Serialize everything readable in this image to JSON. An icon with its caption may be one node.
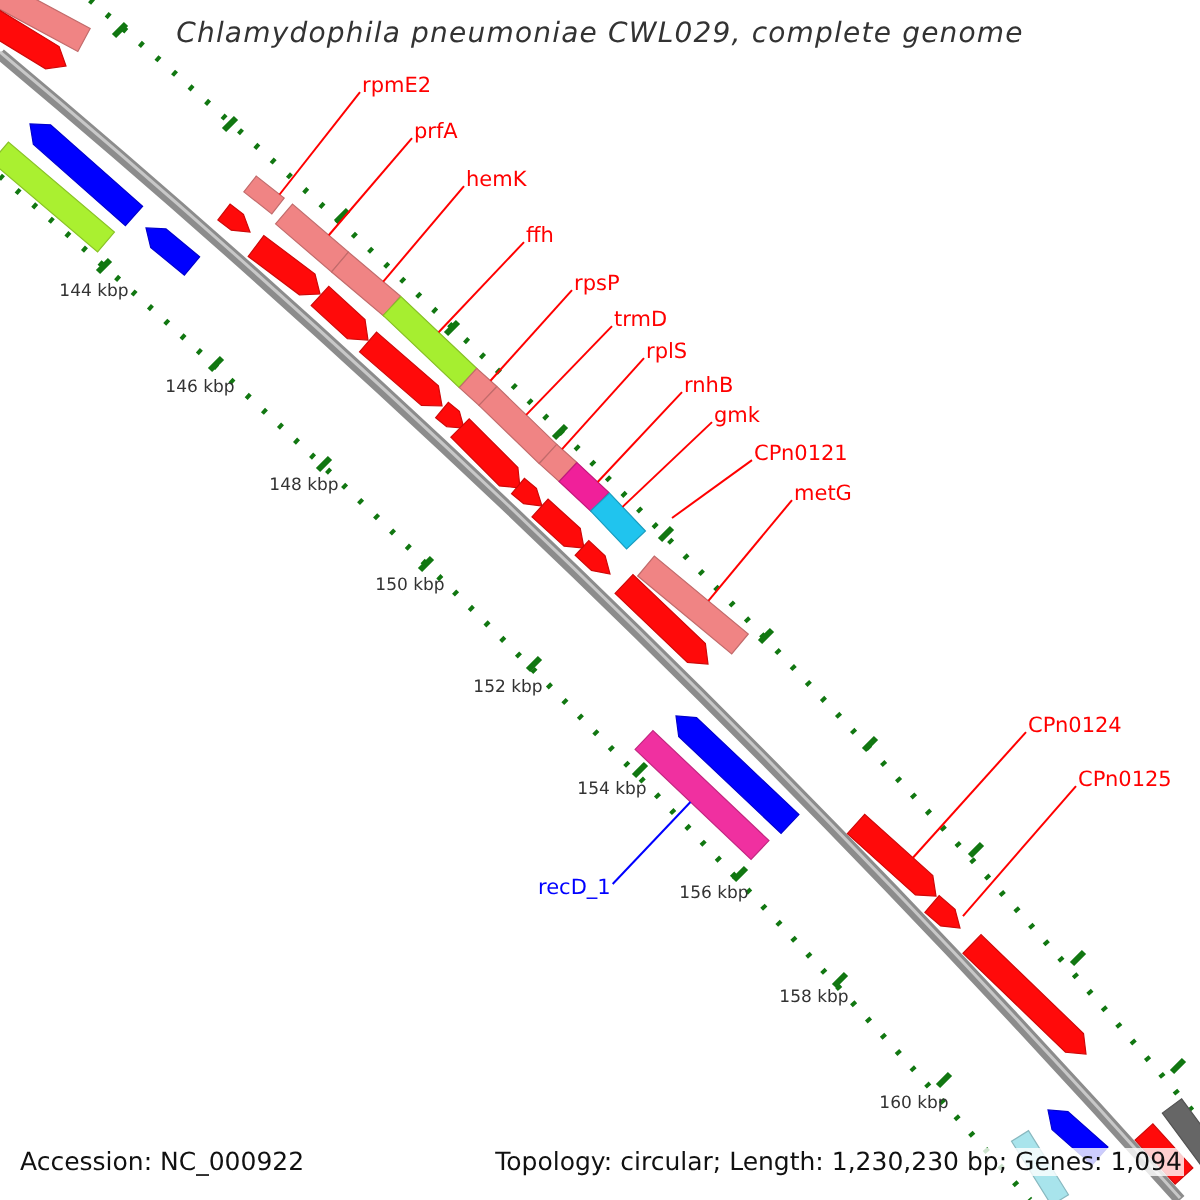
{
  "diagram": {
    "title": "Chlamydophila pneumoniae CWL029, complete genome",
    "nodes": [
      {
        "text": [
          "rpmE2"
        ]
      },
      {
        "text": [
          "prfA"
        ]
      },
      {
        "text": [
          "hemK"
        ]
      },
      {
        "text": [
          "ffh"
        ]
      },
      {
        "text": [
          "rpsP"
        ]
      },
      {
        "text": [
          "trmD"
        ]
      },
      {
        "text": [
          "rplS"
        ]
      },
      {
        "text": [
          "rnhB"
        ]
      },
      {
        "text": [
          "gmk"
        ]
      },
      {
        "text": [
          "CPn0121"
        ]
      },
      {
        "text": [
          "metG"
        ]
      },
      {
        "text": [
          "CPn0124"
        ]
      },
      {
        "text": [
          "CPn0125"
        ]
      },
      {
        "text": [
          "recD_1"
        ]
      },
      {
        "text": [],
        "shape": "bar"
      },
      {
        "text": [],
        "shape": "arrow"
      },
      {
        "text": [],
        "shape": "arrow"
      },
      {
        "text": [],
        "shape": "bar"
      },
      {
        "text": [],
        "shape": "arrow"
      },
      {
        "text": [],
        "shape": "arrow"
      },
      {
        "text": [],
        "shape": "bar"
      },
      {
        "text": [],
        "shape": "bar"
      },
      {
        "text": [],
        "shape": "bar"
      },
      {
        "text": [],
        "shape": "bar"
      },
      {
        "text": [],
        "shape": "bar"
      },
      {
        "text": [],
        "shape": "bar"
      },
      {
        "text": [],
        "shape": "bar"
      },
      {
        "text": [],
        "shape": "bar"
      },
      {
        "text": [],
        "shape": "bar"
      },
      {
        "text": [],
        "shape": "bar"
      },
      {
        "text": [],
        "shape": "arrow"
      },
      {
        "text": [],
        "shape": "arrow"
      },
      {
        "text": [],
        "shape": "arrow"
      },
      {
        "text": [],
        "shape": "arrow"
      },
      {
        "text": [],
        "shape": "arrow"
      },
      {
        "text": [],
        "shape": "arrow"
      },
      {
        "text": [],
        "shape": "arrow"
      },
      {
        "text": [],
        "shape": "arrow"
      },
      {
        "text": [],
        "shape": "arrow"
      },
      {
        "text": [],
        "shape": "arrow"
      },
      {
        "text": [],
        "shape": "bar"
      },
      {
        "text": [],
        "shape": "arrow"
      },
      {
        "text": [],
        "shape": "arrow"
      },
      {
        "text": [],
        "shape": "arrow"
      },
      {
        "text": [],
        "shape": "arrow"
      },
      {
        "text": [],
        "shape": "bar"
      },
      {
        "text": [],
        "shape": "bar"
      },
      {
        "text": [],
        "shape": "bar"
      }
    ],
    "edges": [
      {
        "from": 0,
        "to": 20,
        "arrow": "none"
      },
      {
        "from": 1,
        "to": 21,
        "arrow": "none"
      },
      {
        "from": 2,
        "to": 22,
        "arrow": "none"
      },
      {
        "from": 3,
        "to": 23,
        "arrow": "none"
      },
      {
        "from": 4,
        "to": 24,
        "arrow": "none"
      },
      {
        "from": 5,
        "to": 25,
        "arrow": "none"
      },
      {
        "from": 6,
        "to": 26,
        "arrow": "none"
      },
      {
        "from": 7,
        "to": 27,
        "arrow": "none"
      },
      {
        "from": 8,
        "to": 28,
        "arrow": "none"
      },
      {
        "from": 9,
        "to": null,
        "arrow": "none"
      },
      {
        "from": 10,
        "to": 29,
        "arrow": "none"
      },
      {
        "from": 11,
        "to": 41,
        "arrow": "none"
      },
      {
        "from": 12,
        "to": 42,
        "arrow": "none"
      },
      {
        "from": 13,
        "to": 40,
        "arrow": "none",
        "color": "#0000ff"
      }
    ],
    "labels": [
      "144 kbp",
      "146 kbp",
      "148 kbp",
      "150 kbp",
      "152 kbp",
      "154 kbp",
      "156 kbp",
      "158 kbp",
      "160 kbp",
      "Accession: NC_000922",
      "Topology: circular; Length: 1,230,230 bp; Genes: 1,094"
    ]
  }
}
